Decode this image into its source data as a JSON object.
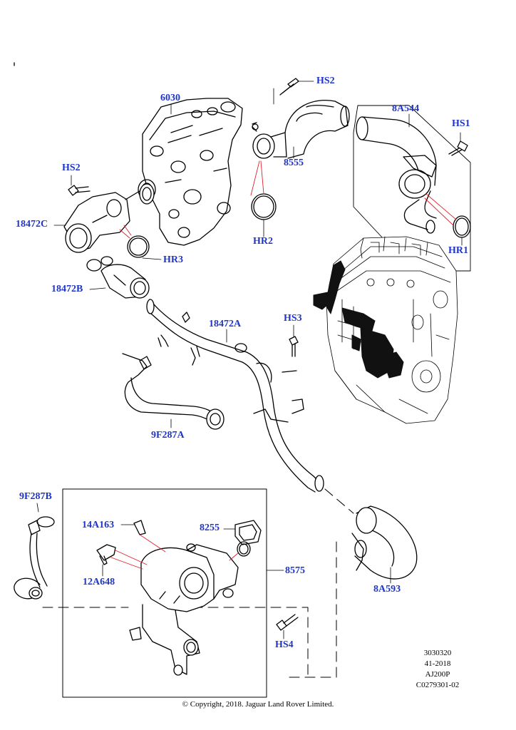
{
  "labels": {
    "p6030": "6030",
    "hs2_top": "HS2",
    "p8a544": "8A544",
    "hs1": "HS1",
    "hs2_left": "HS2",
    "p8555": "8555",
    "hr2": "HR2",
    "p18472c": "18472C",
    "hr3": "HR3",
    "hr1": "HR1",
    "p18472b": "18472B",
    "hs3": "HS3",
    "p18472a": "18472A",
    "p9f287a": "9F287A",
    "p9f287b": "9F287B",
    "p14a163": "14A163",
    "p8255": "8255",
    "p12a648": "12A648",
    "p8575": "8575",
    "p8a593": "8A593",
    "hs4": "HS4"
  },
  "reference": {
    "line1": "3030320",
    "line2": "41-2018",
    "line3": "AJ200P",
    "line4": "C0279301-02"
  },
  "copyright": "© Copyright, 2018. Jaguar Land Rover Limited.",
  "colors": {
    "label": "#1f35c9",
    "leader_red": "#e0202a",
    "line": "#000000"
  }
}
